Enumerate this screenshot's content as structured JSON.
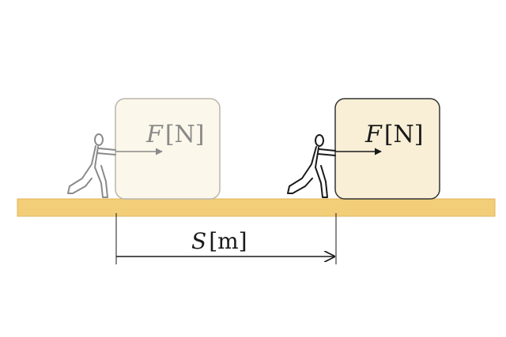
{
  "diagram": {
    "force_label": {
      "symbol": "F",
      "unit": "[N]"
    },
    "distance_label": {
      "symbol": "S",
      "unit": "[m]"
    },
    "colors": {
      "ground": "#f2ce79",
      "ground_edge": "#e0b457",
      "box_faded_fill": "#fbf7ea",
      "box_faded_stroke": "#b9b6ae",
      "box_solid_fill": "#f8efd6",
      "box_solid_stroke": "#333333",
      "faded": "#8a8a8a",
      "solid": "#1a1a1a"
    },
    "icons": {
      "pusher_start": "person-pushing-icon",
      "pusher_end": "person-pushing-icon"
    }
  }
}
